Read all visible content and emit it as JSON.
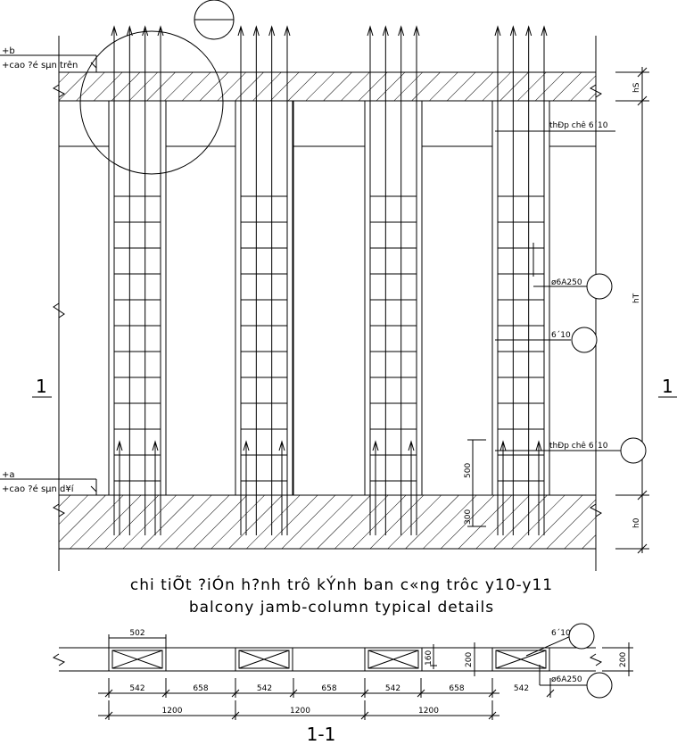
{
  "top_level": {
    "label": "+b",
    "note": "+cao ?é sµn trên"
  },
  "bottom_level": {
    "label": "+a",
    "note": "+cao ?é sµn d¥í"
  },
  "dims_right": {
    "hs": "hS",
    "ht": "hT",
    "h0": "h0"
  },
  "annotations": {
    "starter_top": "thÐp chê 6´10",
    "stirrup": "ø6A250",
    "vertical": "6´10",
    "starter_bottom": "thÐp chê 6´10",
    "dim_500": "500",
    "dim_300": "300"
  },
  "section_marks": {
    "left": "1",
    "right": "1"
  },
  "titles": {
    "vi": "chi tiÕt ?iÓn h?nh trô kÝnh ban c«ng trôc y10-y11",
    "en": "balcony jamb-column typical details"
  },
  "plan": {
    "width_label": "502",
    "thickness_160": "160",
    "thickness_200a": "200",
    "thickness_200b": "200",
    "bar_label": "6´10",
    "stirrup_label": "ø6A250",
    "segments": [
      "542",
      "658",
      "542",
      "658",
      "542",
      "658",
      "542"
    ],
    "spans": [
      "1200",
      "1200",
      "1200"
    ],
    "section_title": "1-1"
  }
}
